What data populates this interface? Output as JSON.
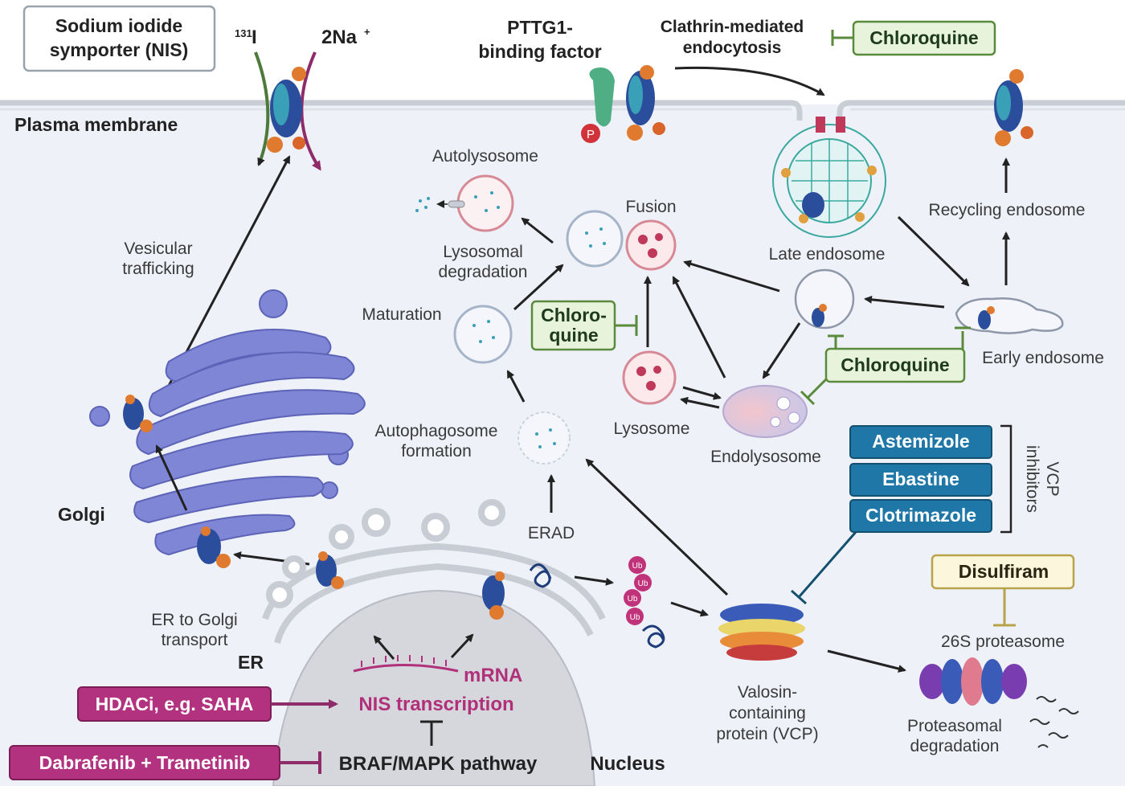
{
  "labels": {
    "nis_box": [
      "Sodium iodide",
      "symporter (NIS)"
    ],
    "iodide_sup": "131",
    "iodide": "I",
    "sodium": "2Na",
    "sodium_sup": "+",
    "pttg1": [
      "PTTG1-",
      "binding factor"
    ],
    "clathrin": [
      "Clathrin-mediated",
      "endocytosis"
    ],
    "plasma_membrane": "Plasma membrane",
    "autolysosome": "Autolysosome",
    "fusion": "Fusion",
    "lysosomal_degradation": [
      "Lysosomal",
      "degradation"
    ],
    "maturation": "Maturation",
    "late_endosome": "Late endosome",
    "recycling_endosome": "Recycling endosome",
    "early_endosome": "Early endosome",
    "vesicular_trafficking": [
      "Vesicular",
      "trafficking"
    ],
    "autophagosome_formation": [
      "Autophagosome",
      "formation"
    ],
    "lysosome": "Lysosome",
    "endolysosome": "Endolysosome",
    "golgi": "Golgi",
    "erad": "ERAD",
    "er_to_golgi": [
      "ER to Golgi",
      "transport"
    ],
    "er": "ER",
    "mrna": "mRNA",
    "nis_transcription": "NIS transcription",
    "braf_pathway": "BRAF/MAPK pathway",
    "nucleus": "Nucleus",
    "vcp": [
      "Valosin-",
      "containing",
      "protein (VCP)"
    ],
    "proteasome_26s": "26S proteasome",
    "proteasomal_degradation": [
      "Proteasomal",
      "degradation"
    ],
    "vcp_inhibitors": [
      "VCP",
      "inhibitors"
    ],
    "phospho": "P",
    "ub": "Ub"
  },
  "drugs": {
    "chloroquine_top": "Chloroquine",
    "chloroquine_mid": [
      "Chloro-",
      "quine"
    ],
    "chloroquine_right": "Chloroquine",
    "astemizole": "Astemizole",
    "ebastine": "Ebastine",
    "clotrimazole": "Clotrimazole",
    "disulfiram": "Disulfiram",
    "hdaci": "HDACi, e.g. SAHA",
    "dabrafenib": "Dabrafenib + Trametinib"
  },
  "colors": {
    "cytoplasm": "#eef1f8",
    "membrane": "#c9cdd6",
    "golgi": "#7f86d6",
    "drug_green_fill": "#e8f3dc",
    "drug_green_border": "#5a8a3c",
    "drug_blue": "#1f77a8",
    "drug_magenta": "#b23280",
    "disulfiram_fill": "#fbf6dc",
    "disulfiram_border": "#b8a34a"
  }
}
